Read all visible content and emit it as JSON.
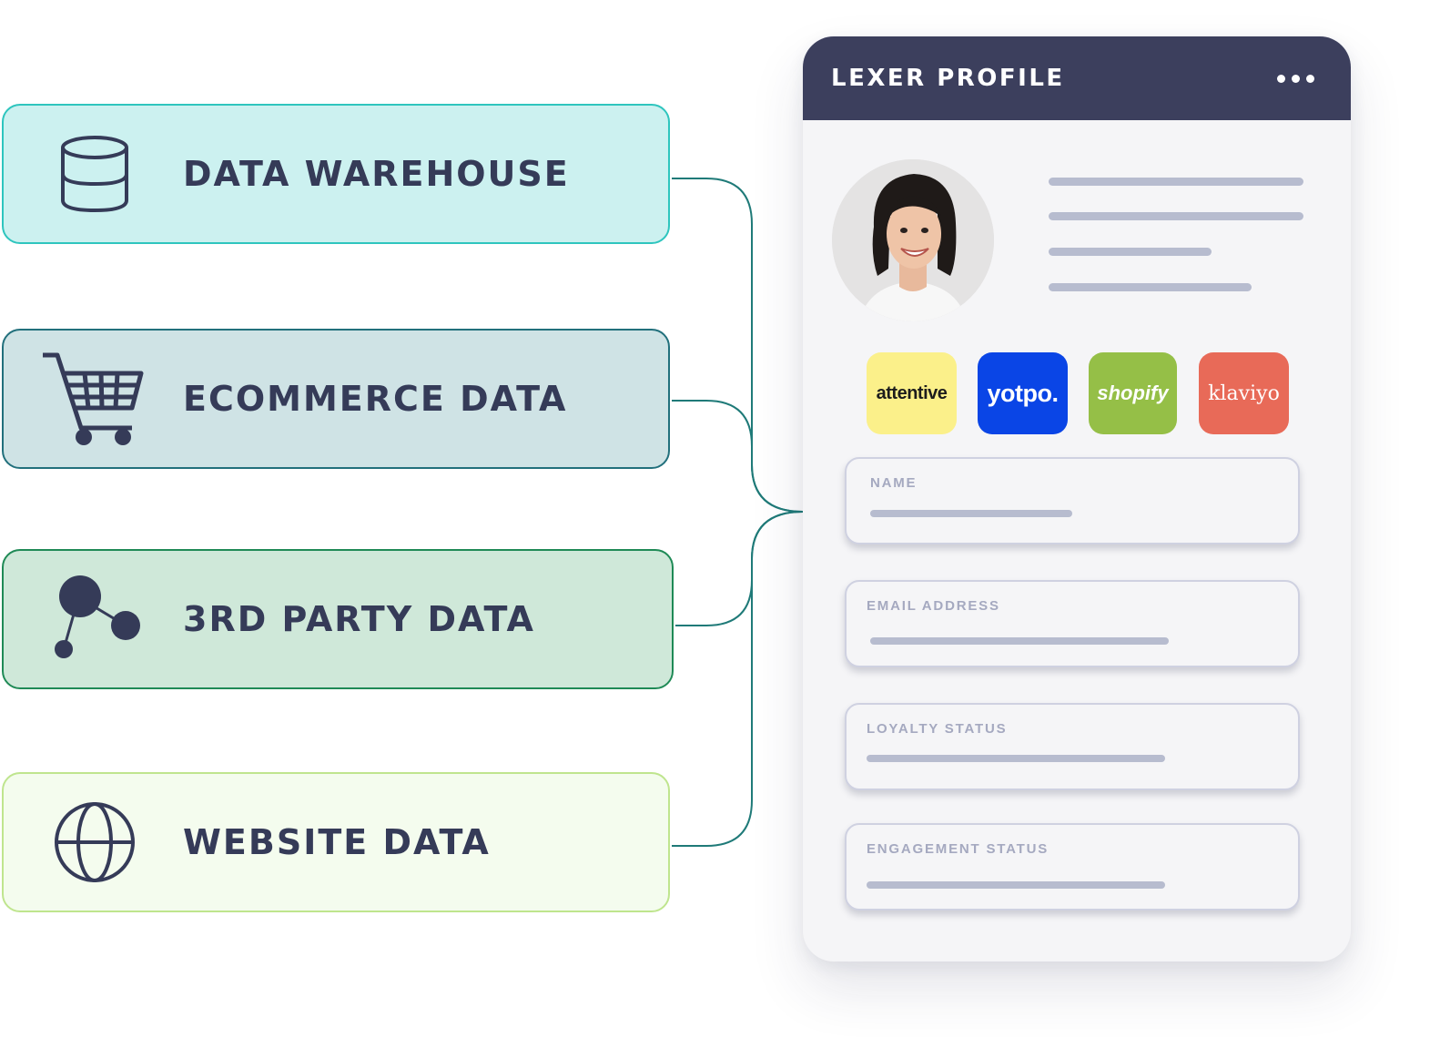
{
  "sources": [
    {
      "label": "DATA WAREHOUSE",
      "icon": "database-icon"
    },
    {
      "label": "ECOMMERCE DATA",
      "icon": "shopping-cart-icon"
    },
    {
      "label": "3RD PARTY DATA",
      "icon": "network-nodes-icon"
    },
    {
      "label": "WEBSITE DATA",
      "icon": "globe-icon"
    }
  ],
  "profile": {
    "title": "LEXER PROFILE",
    "menu_icon": "more-horizontal-icon",
    "avatar": "avatar-photo",
    "integrations": [
      "attentive",
      "yotpo.",
      "shopify",
      "klaviyo"
    ],
    "fields": [
      "NAME",
      "EMAIL ADDRESS",
      "LOYALTY STATUS",
      "ENGAGEMENT STATUS"
    ]
  },
  "colors": {
    "header": "#3c3f5d",
    "text": "#353b58",
    "connector": "#1f7a78",
    "attentive": "#fbf08a",
    "yotpo": "#0a45e6",
    "shopify": "#95bf47",
    "klaviyo": "#e86a58"
  }
}
